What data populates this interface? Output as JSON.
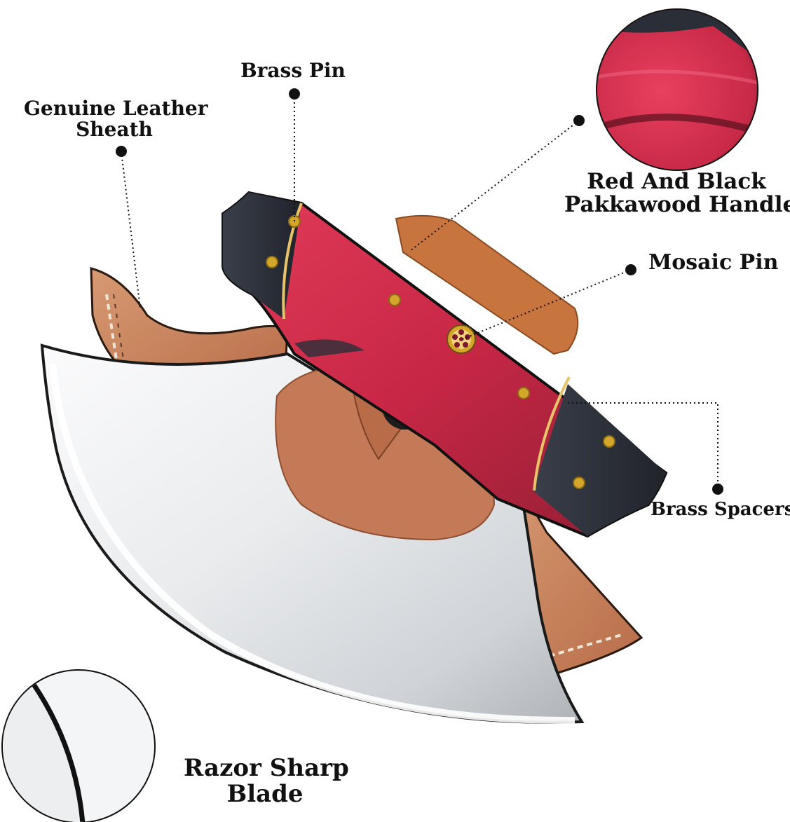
{
  "labels": {
    "leather_sheath": [
      "Genuine Leather",
      "Sheath"
    ],
    "brass_pin": "Brass Pin",
    "handle": [
      "Red And Black",
      "Pakkawood Handle"
    ],
    "mosaic_pin": "Mosaic Pin",
    "brass_spacers": "Brass Spacers",
    "blade": [
      "Razor Sharp",
      "Blade"
    ]
  },
  "colors": {
    "text": "#111111",
    "leather": "#c07a55",
    "leather_light": "#d89a6f",
    "handle_red": "#d0304a",
    "handle_black": "#2b2f38",
    "brass": "#d4a72c",
    "blade_steel": "#e6e8ea"
  }
}
